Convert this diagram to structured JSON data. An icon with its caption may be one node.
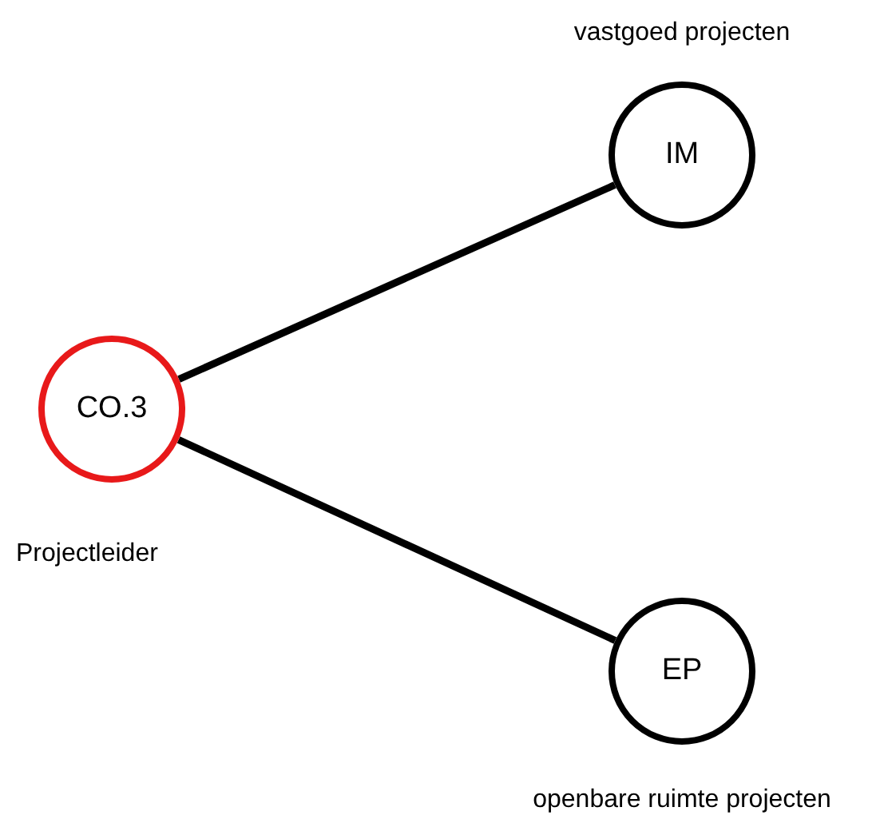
{
  "diagram": {
    "nodes": [
      {
        "text": [
          "CO.3"
        ],
        "beside": [
          "Projectleider"
        ]
      },
      {
        "text": [
          "IM"
        ],
        "beside": [
          "vastgoed projecten"
        ]
      },
      {
        "text": [
          "EP"
        ],
        "beside": [
          "openbare ruimte projecten"
        ]
      }
    ],
    "edges": [
      {
        "from": 0,
        "to": 1,
        "arrow": "none"
      },
      {
        "from": 0,
        "to": 2,
        "arrow": "none"
      }
    ]
  }
}
